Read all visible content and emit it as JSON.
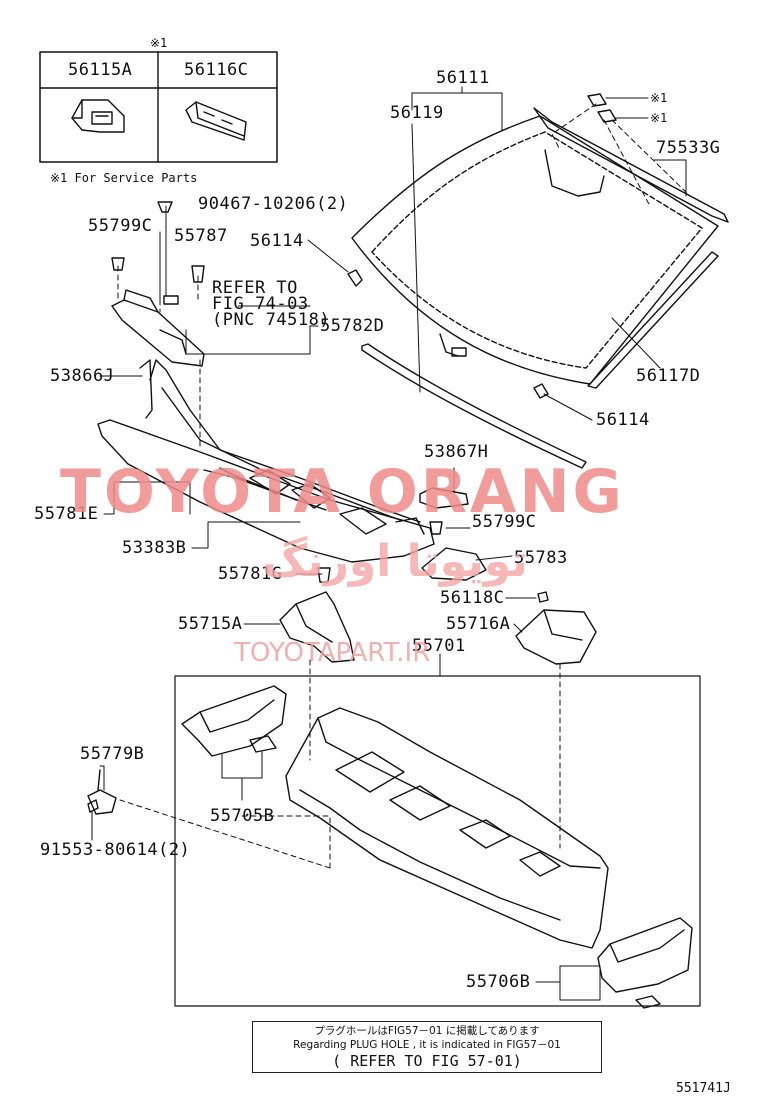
{
  "legend_table": {
    "marker": "※1",
    "col1": "56115A",
    "col2": "56116C",
    "note": "※1 For Service Parts"
  },
  "labels": {
    "p56111": "56111",
    "p56119": "56119",
    "p75533G": "75533G",
    "m1a": "※1",
    "m1b": "※1",
    "p90467": "90467-10206(2)",
    "p55799C_a": "55799C",
    "p55787": "55787",
    "p56114_a": "56114",
    "refer_1": "REFER TO",
    "refer_2": "FIG 74-03",
    "refer_3": "(PNC 74518)",
    "p55782D": "55782D",
    "p53866J": "53866J",
    "p56117D": "56117D",
    "p56114_b": "56114",
    "p53867H": "53867H",
    "p55781E": "55781E",
    "p55799C_b": "55799C",
    "p53383B": "53383B",
    "p55783": "55783",
    "p55781G": "55781G",
    "p56118C": "56118C",
    "p55715A": "55715A",
    "p55716A": "55716A",
    "p55701": "55701",
    "p55779B": "55779B",
    "p55705B": "55705B",
    "p91553": "91553-80614(2)",
    "p55706B": "55706B",
    "diagram_id": "551741J"
  },
  "note_box": {
    "line1": "プラグホールはFIG57－01 に掲載してあります",
    "line2": "Regarding PLUG HOLE , it is indicated in FIG57－01",
    "line3": "( REFER TO FIG 57-01)"
  },
  "watermarks": {
    "main": "TOYOTA ORANG",
    "farsi": "تویوتا اورنگ",
    "site": "TOYOTAPART.IR"
  }
}
